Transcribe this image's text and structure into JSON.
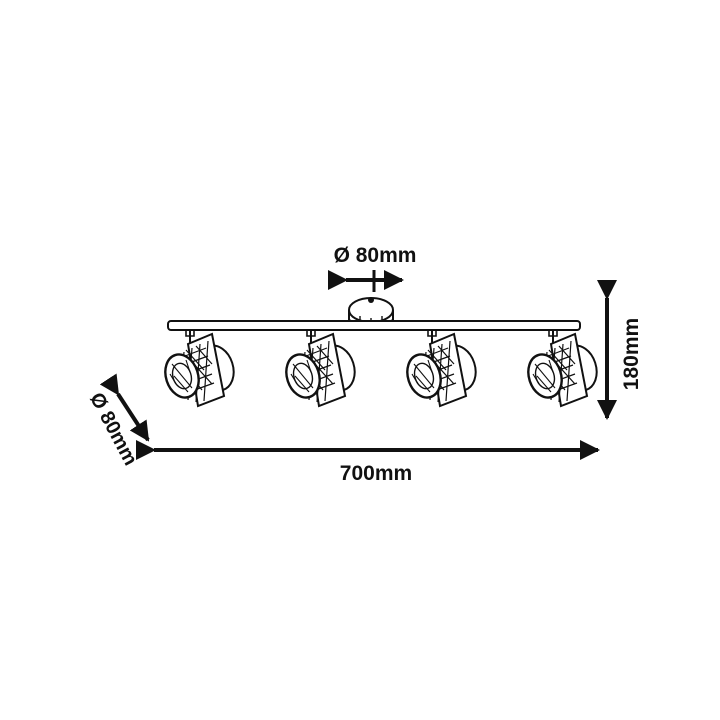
{
  "dimensions": {
    "base_diameter": "Ø 80mm",
    "height": "180mm",
    "length": "700mm",
    "spot_diameter": "Ø 80mm"
  },
  "colors": {
    "line": "#111111",
    "fill": "#ffffff"
  }
}
